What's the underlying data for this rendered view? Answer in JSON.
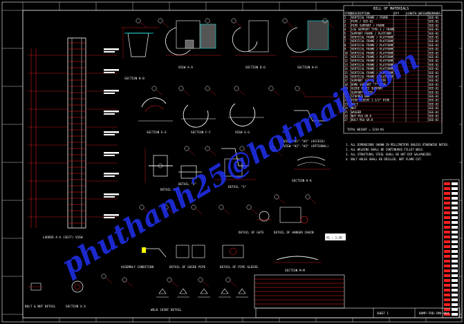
{
  "bom": {
    "title": "BILL OF MATERIALS",
    "headers": [
      "ITEM",
      "DESCRIPTION",
      "QTY",
      "LENGTH",
      "WEIGHT",
      "REMARKS"
    ],
    "rows": [
      [
        "1",
        "VERTICAL FRAME / FRAME",
        "",
        "",
        "",
        "SEE-01"
      ],
      [
        "2",
        "PIPE / SEE-01",
        "",
        "",
        "",
        "SEE-01"
      ],
      [
        "3",
        "PIPE SUPPORT / FRAME",
        "",
        "",
        "",
        "SEE-01"
      ],
      [
        "4",
        "LUG SUPPORT TYPE-1 / FRAME",
        "",
        "",
        "",
        "SEE-01"
      ],
      [
        "5",
        "SUPPORT FRAME / PLATFORM",
        "",
        "",
        "",
        "SEE-01"
      ],
      [
        "6",
        "VERTICAL FRAME / PLATFORM",
        "",
        "",
        "",
        "SEE-01"
      ],
      [
        "7",
        "VERTICAL FRAME / PLATFORM",
        "",
        "",
        "",
        "SEE-01"
      ],
      [
        "8",
        "VERTICAL FRAME / PLATFORM",
        "",
        "",
        "",
        "SEE-01"
      ],
      [
        "9",
        "VERTICAL FRAME / PLATFORM",
        "",
        "",
        "",
        "SEE-01"
      ],
      [
        "10",
        "VERTICAL FRAME / PLATFORM",
        "",
        "",
        "",
        "SEE-01"
      ],
      [
        "11",
        "VERTICAL FRAME / PLATFORM",
        "",
        "",
        "",
        "SEE-01"
      ],
      [
        "12",
        "VERTICAL FRAME / PLATFORM",
        "",
        "",
        "",
        "SEE-01"
      ],
      [
        "13",
        "VERTICAL FRAME / PLATFORM",
        "",
        "",
        "",
        "SEE-01"
      ],
      [
        "14",
        "VERTICAL FRAME / PLATFORM",
        "",
        "",
        "",
        "SEE-01"
      ],
      [
        "15",
        "VERTICAL FRAME / PLATFORM",
        "",
        "",
        "",
        "SEE-01"
      ],
      [
        "16",
        "VERTICAL FRAME / PLATFORM",
        "",
        "",
        "",
        "SEE-01"
      ],
      [
        "17",
        "SUPPORT (GR.B) / PIPE",
        "",
        "",
        "",
        "SEE-01"
      ],
      [
        "18",
        "DOME SUPPORT \"T\" PIPE",
        "",
        "",
        "",
        "SEE-01"
      ],
      [
        "19",
        "GUIDE PLATE SUPPORT",
        "",
        "",
        "",
        "SEE-01"
      ],
      [
        "20",
        "SUPPORT PLATE",
        "",
        "",
        "",
        "SEE-01"
      ],
      [
        "21",
        "STOPPER BAR",
        "",
        "",
        "",
        "SEE-01"
      ],
      [
        "22",
        "PIPE SLEEVE 1-1/2\" PIPE",
        "",
        "",
        "",
        "SEE-01"
      ],
      [
        "23",
        "BOLT",
        "",
        "",
        "",
        "SEE-01"
      ],
      [
        "24",
        "NUT",
        "",
        "",
        "",
        "SEE-01"
      ],
      [
        "25",
        "WASHER",
        "",
        "",
        "",
        "SEE-01"
      ],
      [
        "26",
        "NUT M16 GR.8",
        "",
        "",
        "",
        "SEE-01"
      ],
      [
        "27",
        "BOLT M16 GR.8",
        "",
        "",
        "",
        "SEE-01"
      ]
    ],
    "total": "TOTAL WEIGHT = 1234 KG"
  },
  "notes": {
    "lines": [
      "1. ALL DIMENSIONS SHOWN IN MILLIMETERS UNLESS OTHERWISE NOTED.",
      "2. ALL WELDING SHALL BE CONTINUOUS FILLET WELD.",
      "3. ALL STRUCTURAL STEEL SHALL BE HOT DIP GALVANIZED.",
      "4. BOLT HOLES SHALL BE DRILLED, NOT FLAME CUT."
    ]
  },
  "views": {
    "view_aa": "VIEW A-A",
    "section_bb": "SECTION B-B",
    "section_dd": "SECTION D-D",
    "section_ee": "SECTION E-E",
    "section_ff": "SECTION F-F",
    "view_gg": "VIEW G-G",
    "section_hh": "SECTION H-H",
    "view_h1": "VIEW \"H1\"-\"H1\" (ACCESS)",
    "view_h2": "VIEW \"H2\"-\"H2\" (OPTIONAL)",
    "detail_1": "DETAIL \"1\"",
    "detail_2": "DETAIL \"2\"",
    "detail_3": "DETAIL \"3\"",
    "detail_kk": "SECTION K-K",
    "detail_gate": "DETAIL OF GATE",
    "detail_chain": "DETAIL OF HANGER CHAIN",
    "section_mm": "SECTION M-M",
    "assembly": "ASSEMBLY CONDITION",
    "detail_guide": "DETAIL OF GUIDE PIPE",
    "detail_sleeve": "DETAIL OF PIPE SLEEVE",
    "ladder": "LADDER A-A (SECT) VIEW",
    "bolt_nut": "BOLT & NUT DETAIL",
    "section_xx": "SECTION X-X",
    "weld_joint": "WELD JOINT DETAIL",
    "scale_label": "A1 — 1:20"
  },
  "title_block": {
    "drawing_no": "BOMP-FRD-1M4-004",
    "sheet": "SHEET 1"
  },
  "watermark": "phuthanh25@hotmail.com",
  "colors": {
    "background": "#000000",
    "red": "#ff2020",
    "white": "#ffffff",
    "yellow": "#ffff00",
    "cyan": "#00ffff",
    "blue": "#2233ff"
  }
}
